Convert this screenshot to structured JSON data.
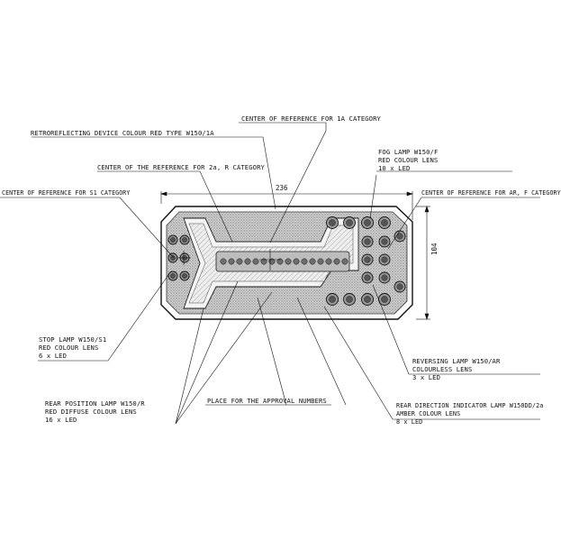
{
  "drawing": {
    "dimensions": {
      "width": "236",
      "height": "104"
    },
    "callouts": {
      "center_1a": "CENTER OF REFERENCE FOR 1A CATEGORY",
      "retroreflecting": "RETROREFLECTING DEVICE COLOUR RED TYPE W150/1A",
      "center_2a_r": "CENTER OF THE REFERENCE FOR 2a, R CATEGORY",
      "center_s1": "CENTER OF REFERENCE FOR S1 CATEGORY",
      "center_ar_f": "CENTER OF REFERENCE FOR AR, F CATEGORY",
      "approval_place": "PLACE FOR THE APPROVAL NUMBERS"
    },
    "fog_lamp": {
      "title": "FOG LAMP W150/F",
      "lens": "RED COLOUR LENS",
      "count": "10 x LED"
    },
    "stop_lamp": {
      "title": "STOP LAMP W150/S1",
      "lens": "RED COLOUR LENS",
      "count": "6 x LED"
    },
    "rear_position_lamp": {
      "title": "REAR POSITION LAMP W150/R",
      "lens": "RED DIFFUSE COLOUR LENS",
      "count": "16 x LED"
    },
    "reversing_lamp": {
      "title": "REVERSING LAMP W150/AR",
      "lens": "COLOURLESS LENS",
      "count": "3 x LED"
    },
    "direction_indicator": {
      "title": "REAR DIRECTION INDICATOR LAMP W150DD/2a",
      "lens": "AMBER COLOUR LENS",
      "count": "8 x LED"
    }
  }
}
